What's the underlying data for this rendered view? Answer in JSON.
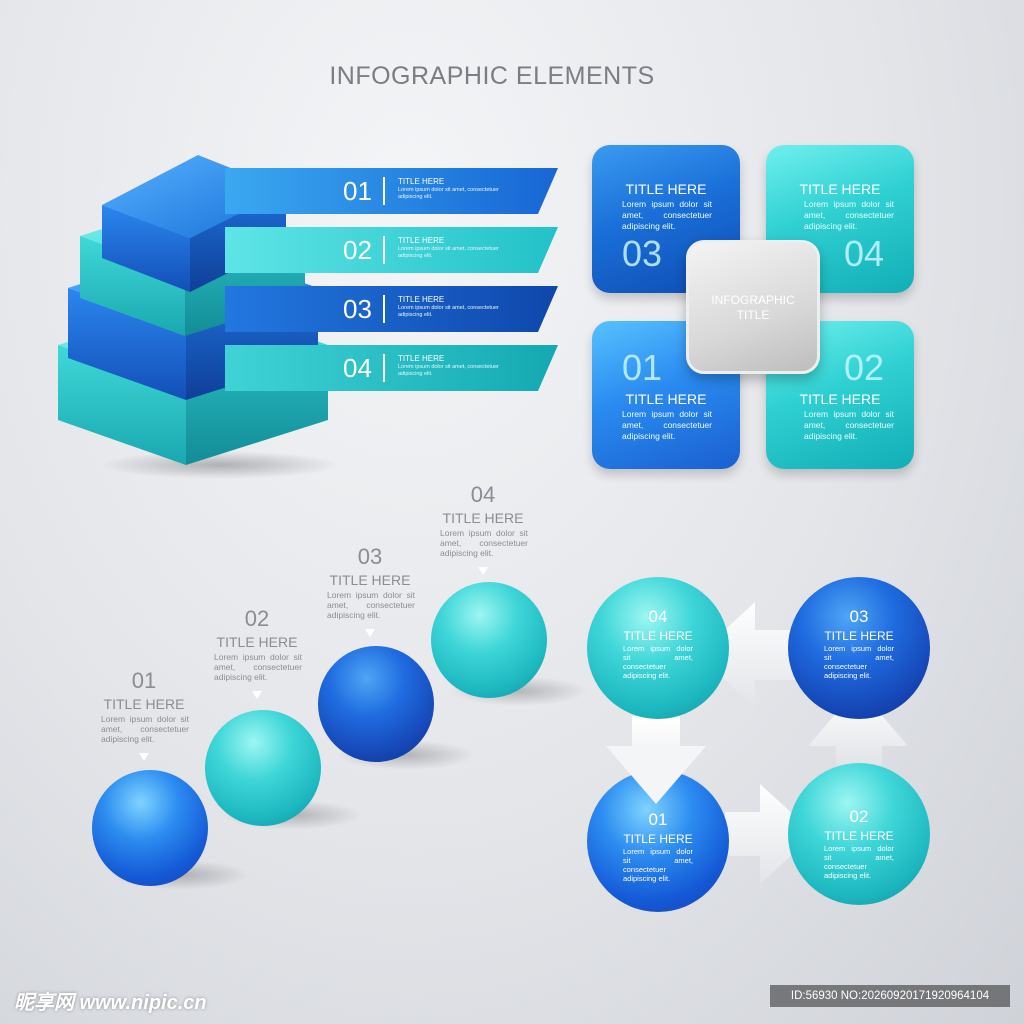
{
  "page": {
    "title": "INFOGRAPHIC ELEMENTS"
  },
  "section1": {
    "bands": [
      {
        "num": "01",
        "title": "TITLE HERE",
        "body": "Lorem ipsum dolor sit amet, consectetuer adipiscing elit."
      },
      {
        "num": "02",
        "title": "TITLE HERE",
        "body": "Lorem ipsum dolor sit amet, consectetuer adipiscing elit."
      },
      {
        "num": "03",
        "title": "TITLE HERE",
        "body": "Lorem ipsum dolor sit amet, consectetuer adipiscing elit."
      },
      {
        "num": "04",
        "title": "TITLE HERE",
        "body": "Lorem ipsum dolor sit amet, consectetuer adipiscing elit."
      }
    ]
  },
  "section2": {
    "center": {
      "line1": "INFOGRAPHIC",
      "line2": "TITLE"
    },
    "tiles": [
      {
        "num": "03",
        "title": "TITLE HERE",
        "body": "Lorem ipsum dolor sit amet, consectetuer adipiscing elit."
      },
      {
        "num": "04",
        "title": "TITLE HERE",
        "body": "Lorem ipsum dolor sit amet, consectetuer adipiscing elit."
      },
      {
        "num": "01",
        "title": "TITLE HERE",
        "body": "Lorem ipsum dolor sit amet, consectetuer adipiscing elit."
      },
      {
        "num": "02",
        "title": "TITLE HERE",
        "body": "Lorem ipsum dolor sit amet, consectetuer adipiscing elit."
      }
    ]
  },
  "section3": {
    "steps": [
      {
        "num": "01",
        "title": "TITLE HERE",
        "body": "Lorem ipsum dolor sit amet, consectetuer adipiscing elit."
      },
      {
        "num": "02",
        "title": "TITLE HERE",
        "body": "Lorem ipsum dolor sit amet, consectetuer adipiscing elit."
      },
      {
        "num": "03",
        "title": "TITLE HERE",
        "body": "Lorem ipsum dolor sit amet, consectetuer adipiscing elit."
      },
      {
        "num": "04",
        "title": "TITLE HERE",
        "body": "Lorem ipsum dolor sit amet, consectetuer adipiscing elit."
      }
    ]
  },
  "section4": {
    "nodes": [
      {
        "num": "04",
        "title": "TITLE HERE",
        "body": "Lorem ipsum dolor sit amet, consectetuer adipiscing elit."
      },
      {
        "num": "03",
        "title": "TITLE HERE",
        "body": "Lorem ipsum dolor sit amet, consectetuer adipiscing elit."
      },
      {
        "num": "01",
        "title": "TITLE HERE",
        "body": "Lorem ipsum dolor sit amet, consectetuer adipiscing elit."
      },
      {
        "num": "02",
        "title": "TITLE HERE",
        "body": "Lorem ipsum dolor sit amet, consectetuer adipiscing elit."
      }
    ]
  },
  "watermark": {
    "left": "昵享网 www.nipic.cn",
    "right": "ID:56930 NO:20260920171920964104"
  },
  "colors": {
    "blue": "#1a6fd8",
    "teal": "#2fd0d2",
    "navy": "#1648b8",
    "grey": "#d8d8d8"
  }
}
